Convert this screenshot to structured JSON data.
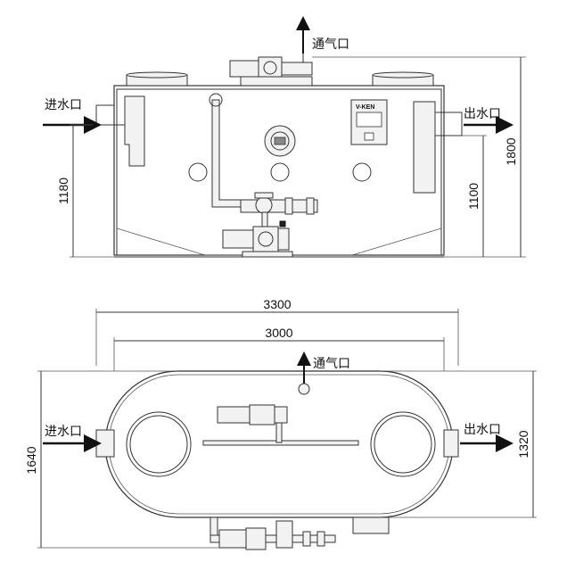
{
  "front_view": {
    "labels": {
      "vent": "通气口",
      "inlet": "进水口",
      "outlet": "出水口"
    },
    "dimensions": {
      "inlet_height": "1180",
      "outlet_height": "1100",
      "total_height": "1800"
    },
    "control_panel_brand": "V-KEN"
  },
  "top_view": {
    "labels": {
      "vent": "通气口",
      "inlet": "进水口",
      "outlet": "出水口"
    },
    "dimensions": {
      "overall_length": "3300",
      "tank_length": "3000",
      "overall_width": "1640",
      "tank_width": "1320"
    }
  },
  "colors": {
    "line": "#333333",
    "arrow": "#111111",
    "fill_light": "#f2f2f2",
    "fill_mid": "#dcdcdc"
  }
}
